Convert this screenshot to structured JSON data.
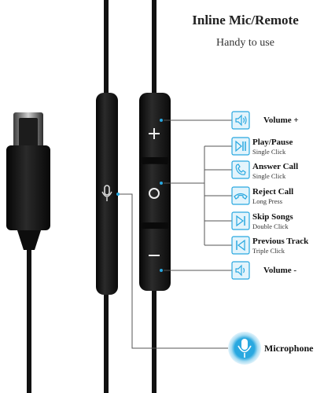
{
  "heading": {
    "title": "Inline Mic/Remote",
    "subtitle": "Handy to use"
  },
  "functions": [
    {
      "icon": "speaker-plus-icon",
      "label": "Volume +",
      "detail": ""
    },
    {
      "icon": "play-pause-icon",
      "label": "Play/Pause",
      "detail": "Single Click"
    },
    {
      "icon": "phone-answer-icon",
      "label": "Answer Call",
      "detail": "Single Click"
    },
    {
      "icon": "phone-reject-icon",
      "label": "Reject Call",
      "detail": "Long Press"
    },
    {
      "icon": "skip-forward-icon",
      "label": "Skip Songs",
      "detail": "Double Click"
    },
    {
      "icon": "skip-back-icon",
      "label": "Previous Track",
      "detail": "Triple Click"
    },
    {
      "icon": "speaker-minus-icon",
      "label": "Volume -",
      "detail": ""
    }
  ],
  "microphone": {
    "label": "Microphone"
  },
  "colors": {
    "accent": "#29a8e0",
    "cable": "#111111",
    "remote_body": "#1a1a1a",
    "icon_bg": "#e3f4fc"
  }
}
